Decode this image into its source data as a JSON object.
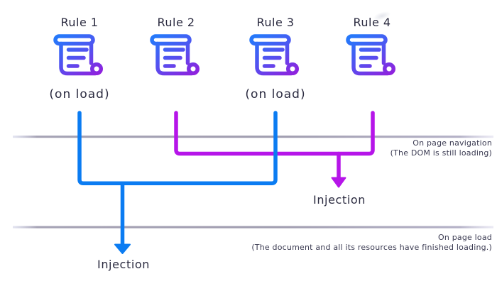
{
  "rules": [
    {
      "label": "Rule 1",
      "trigger": "(on load)",
      "icon": "scroll-icon",
      "flow_color": "blue"
    },
    {
      "label": "Rule 2",
      "trigger": "",
      "icon": "scroll-icon",
      "flow_color": "magenta"
    },
    {
      "label": "Rule 3",
      "trigger": "(on load)",
      "icon": "scroll-icon",
      "flow_color": "blue"
    },
    {
      "label": "Rule 4",
      "trigger": "",
      "icon": "scroll-icon",
      "flow_color": "magenta"
    }
  ],
  "timelines": [
    {
      "title": "On page navigation",
      "subtitle": "(The DOM is still loading)"
    },
    {
      "title": "On page load",
      "subtitle": "(The document and all its resources have finished loading.)"
    }
  ],
  "injections": [
    {
      "label": "Injection",
      "flow_color": "blue"
    },
    {
      "label": "Injection",
      "flow_color": "magenta"
    }
  ],
  "colors": {
    "flow_blue": "#0b7cf2",
    "flow_magenta": "#b615e9",
    "icon_blue": "#2678fa",
    "icon_indigo": "#5451f0",
    "icon_purple": "#9120dd",
    "timeline_gray": "#a7a4b6",
    "heading_text": "#2b2b40",
    "annotation_text": "#3b3b52",
    "background": "#ffffff"
  }
}
